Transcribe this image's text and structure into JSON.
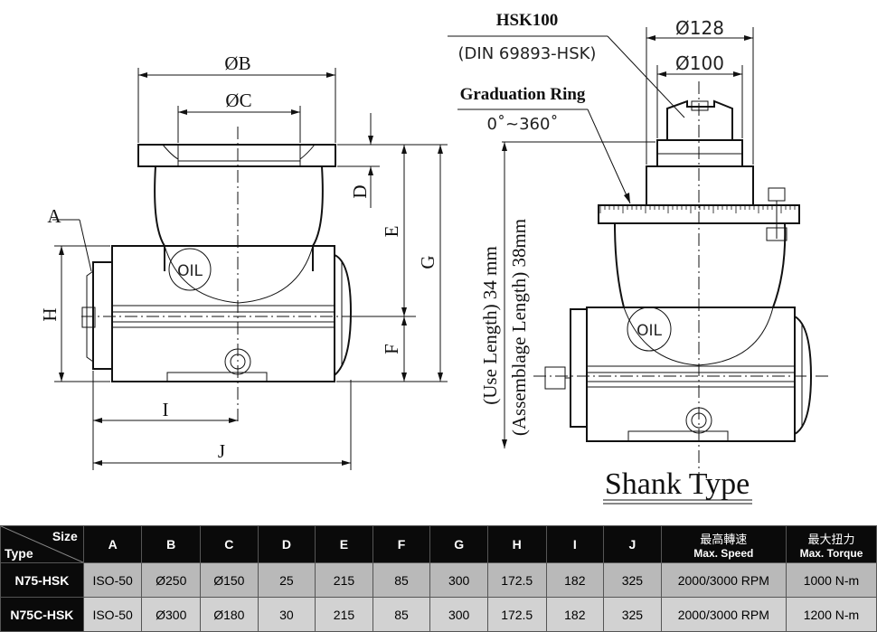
{
  "labels": {
    "dim_b": "ØB",
    "dim_c": "ØC",
    "dim_a": "A",
    "dim_d": "D",
    "dim_e": "E",
    "dim_g": "G",
    "dim_h": "H",
    "dim_f": "F",
    "dim_i": "I",
    "dim_j": "J",
    "oil_left": "OIL",
    "oil_right": "OIL",
    "hsk": "HSK100",
    "din": "(DIN 69893-HSK)",
    "d128": "Ø128",
    "d100": "Ø100",
    "graduation_ring": "Graduation Ring",
    "angle_range": "0˚~360˚",
    "use_length": "(Use Length) 34 mm",
    "assemblage_length": "(Assemblage Length) 38mm",
    "shank_type": "Shank Type"
  },
  "table": {
    "corner_size": "Size",
    "corner_type": "Type",
    "columns": [
      "A",
      "B",
      "C",
      "D",
      "E",
      "F",
      "G",
      "H",
      "I",
      "J"
    ],
    "speed_zh": "最高轉速",
    "speed_en": "Max. Speed",
    "torque_zh": "最大扭力",
    "torque_en": "Max. Torque",
    "rows": [
      {
        "type": "N75-HSK",
        "cells": [
          "ISO-50",
          "Ø250",
          "Ø150",
          "25",
          "215",
          "85",
          "300",
          "172.5",
          "182",
          "325",
          "2000/3000 RPM",
          "1000 N-m"
        ]
      },
      {
        "type": "N75C-HSK",
        "cells": [
          "ISO-50",
          "Ø300",
          "Ø180",
          "30",
          "215",
          "85",
          "300",
          "172.5",
          "182",
          "325",
          "2000/3000 RPM",
          "1200 N-m"
        ]
      }
    ]
  }
}
